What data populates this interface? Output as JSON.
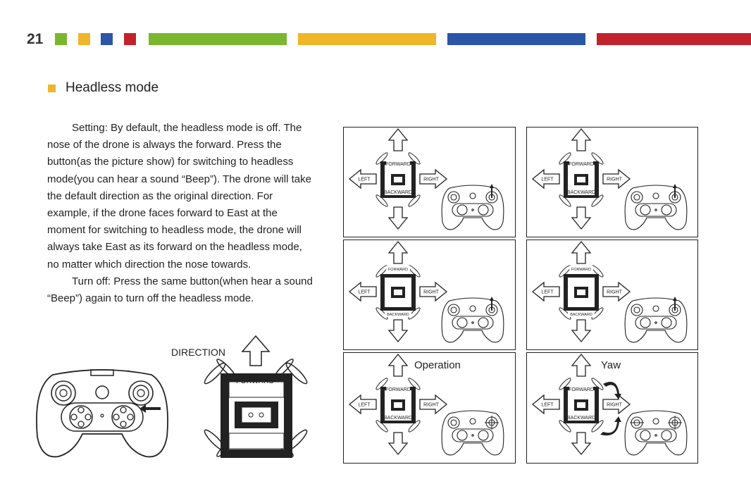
{
  "page": {
    "number": "21",
    "palette": {
      "green": "#7ab72e",
      "yellow": "#efb62a",
      "blue": "#2b56a8",
      "red": "#c2222b"
    }
  },
  "section": {
    "title": "Headless mode",
    "marker_color": "#efb62a"
  },
  "body": {
    "paragraph1": "Setting: By default, the headless mode is off. The nose of the drone is always the forward. Press the button(as the picture show) for switching to headless mode(you can hear a sound “Beep”). The drone will take the default direction as the original direction. For example, if the drone faces forward to East at the moment for switching to headless mode, the drone will always take East as its forward on the headless mode, no matter which direction the nose towards.",
    "paragraph2": "Turn off: Press the same button(when hear a sound “Beep”) again to turn off the headless mode."
  },
  "figure_main": {
    "direction_label": "DIRECTION",
    "forward_label": "FORWARD"
  },
  "panel_labels": {
    "forward": "FORWARD",
    "backward": "BACKWARD",
    "left": "LEFT",
    "right": "RIGHT"
  },
  "panels": [
    {
      "caption": ""
    },
    {
      "caption": ""
    },
    {
      "caption": ""
    },
    {
      "caption": ""
    },
    {
      "caption": "Operation"
    },
    {
      "caption": "Yaw"
    }
  ]
}
